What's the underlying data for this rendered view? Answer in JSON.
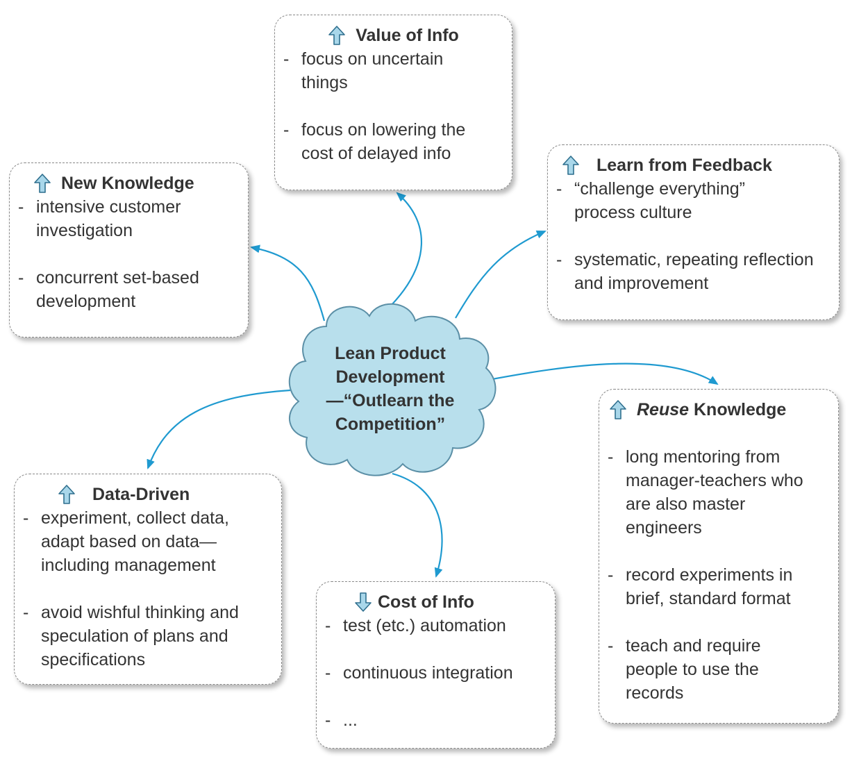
{
  "center": {
    "lines": [
      "Lean Product",
      "Development",
      "—“Outlearn the",
      "Competition”"
    ]
  },
  "colors": {
    "cloud_fill": "#b8dfec",
    "cloud_stroke": "#5b8fa6",
    "connector": "#1f9ad0",
    "icon_fill": "#a9d7ea",
    "icon_stroke": "#2f6f8e"
  },
  "boxes": {
    "value_of_info": {
      "icon": "arrow-up-icon",
      "title": "Value of Info",
      "items": [
        "focus on uncertain things",
        "focus on lowering the cost of delayed info"
      ]
    },
    "new_knowledge": {
      "icon": "arrow-up-icon",
      "title": "New Knowledge",
      "items": [
        "intensive customer investigation",
        "concurrent set-based development"
      ]
    },
    "learn_from_feedback": {
      "icon": "arrow-up-icon",
      "title": "Learn from Feedback",
      "items": [
        "“challenge everything” process culture",
        "systematic, repeating reflection and improvement"
      ]
    },
    "reuse_knowledge": {
      "icon": "arrow-up-icon",
      "title_em": "Reuse",
      "title_rest": " Knowledge",
      "items": [
        "long mentoring from manager-teachers who are also master engineers",
        "record experiments in brief, standard format",
        "teach and require people to use the records"
      ]
    },
    "data_driven": {
      "icon": "arrow-up-icon",
      "title": "Data-Driven",
      "items": [
        "experiment, collect data, adapt based on data—including management",
        "avoid wishful thinking and speculation of plans and specifications"
      ]
    },
    "cost_of_info": {
      "icon": "arrow-down-icon",
      "title": "Cost of Info",
      "items": [
        "test (etc.) automation",
        "continuous integration",
        "..."
      ]
    }
  }
}
